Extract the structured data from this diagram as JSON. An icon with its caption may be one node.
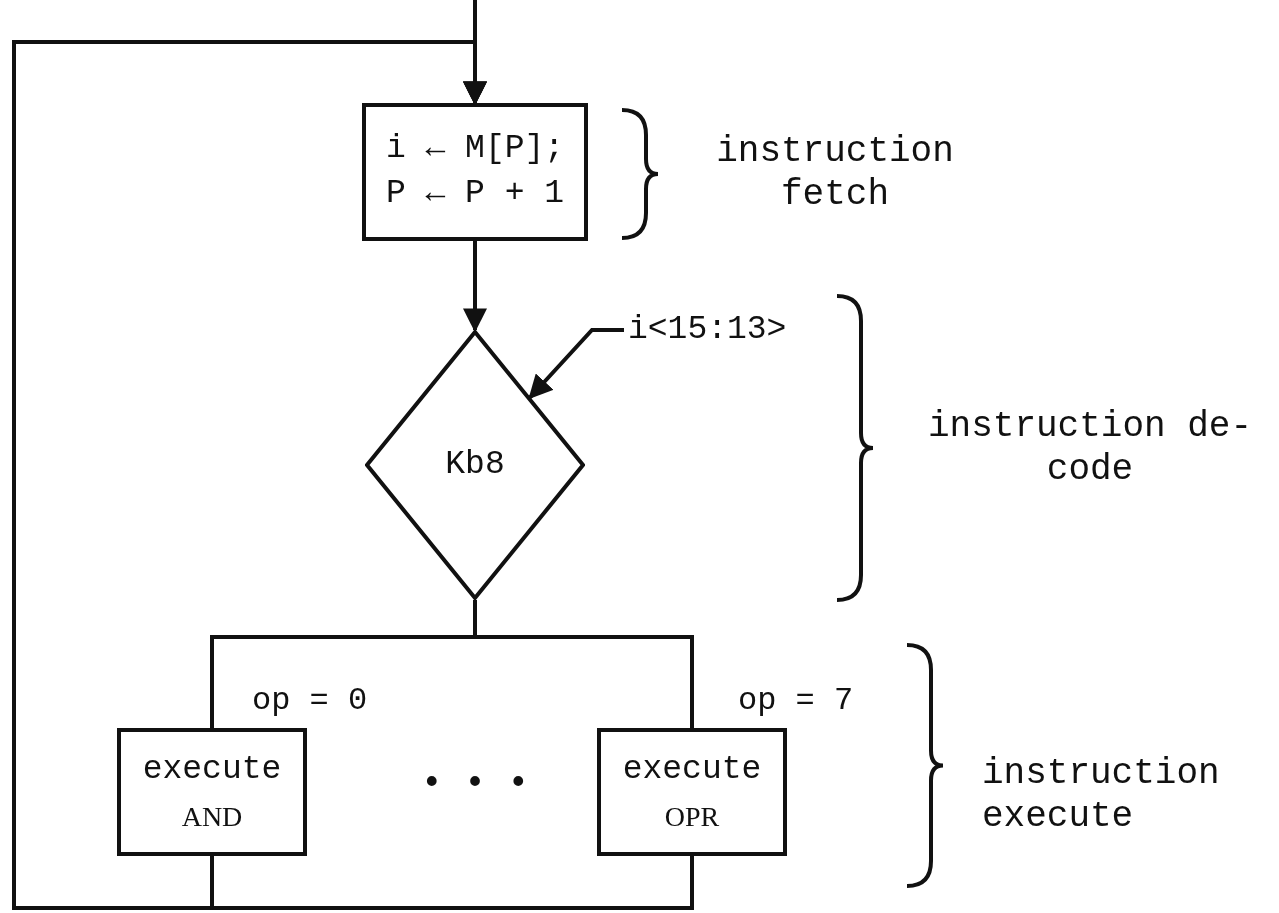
{
  "diagram": {
    "nodes": [
      {
        "text": [
          "i ← M[P];",
          "P ← P + 1"
        ]
      },
      {
        "text": [
          "Kb8"
        ]
      },
      {
        "text": [
          "i<15:13>"
        ]
      },
      {
        "text": [
          "execute",
          "AND"
        ]
      },
      {
        "text": [
          "execute",
          "OPR"
        ]
      }
    ],
    "edges": [
      {
        "from": null,
        "to": 0,
        "arrow": "to"
      },
      {
        "from": 0,
        "to": 1,
        "arrow": "to"
      },
      {
        "from": 2,
        "to": 1,
        "arrow": "to"
      },
      {
        "from": 1,
        "to": 3,
        "arrow": "none",
        "label": "op = 0"
      },
      {
        "from": 1,
        "to": 4,
        "arrow": "none",
        "label": "op = 7"
      },
      {
        "from": 3,
        "to": 0,
        "arrow": "to"
      },
      {
        "from": 4,
        "to": 0,
        "arrow": "to"
      }
    ],
    "labels": [
      "instruction fetch",
      "instruction de- code",
      "• • •",
      "instruction execute"
    ]
  }
}
